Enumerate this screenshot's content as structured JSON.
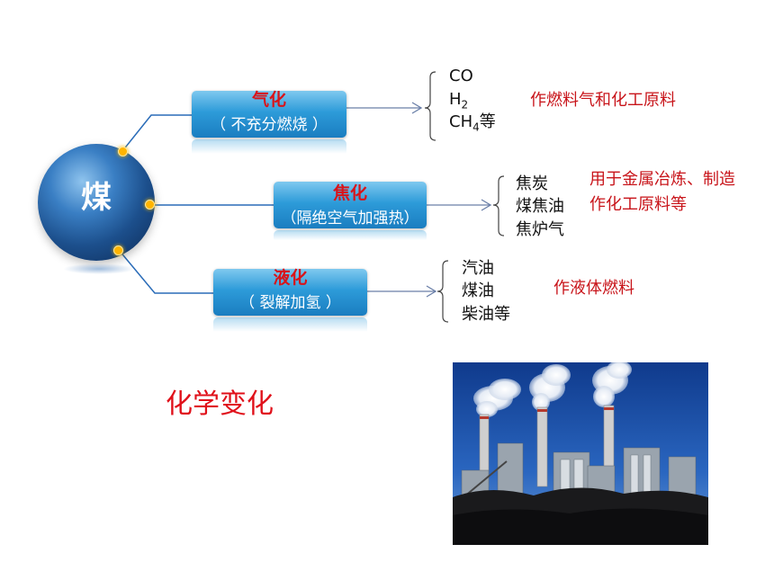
{
  "center": {
    "label": "煤"
  },
  "branches": [
    {
      "title": "气化",
      "subtitle": "（ 不充分燃烧 ）",
      "products": [
        "CO",
        "H2",
        "CH4等"
      ],
      "use": [
        "作燃料气和化工原料"
      ]
    },
    {
      "title": "焦化",
      "subtitle": "（隔绝空气加强热）",
      "products": [
        "焦炭",
        "煤焦油",
        "焦炉气"
      ],
      "use": [
        "用于金属冶炼、制造",
        "作化工原料等"
      ]
    },
    {
      "title": "液化",
      "subtitle": "（ 裂解加氢 ）",
      "products": [
        "汽油",
        "煤油",
        "柴油等"
      ],
      "use": [
        "作液体燃料"
      ]
    }
  ],
  "summary": "化学变化",
  "colors": {
    "accent_red": "#d8141a",
    "box_blue": "#2d9bd9",
    "line_blue": "#2a6cb8"
  }
}
